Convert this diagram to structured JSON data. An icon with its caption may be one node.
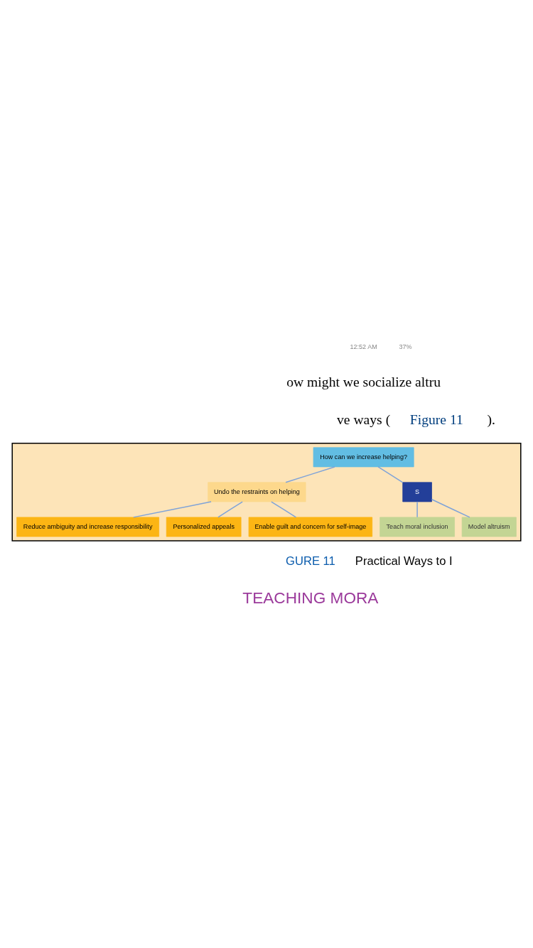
{
  "diagram": {
    "nodes": [
      {
        "text": [],
        "shape": "box"
      },
      {
        "text": [
          "How can we increase helping?"
        ],
        "in": 0
      },
      {
        "text": [
          "Undo the restraints on helping"
        ],
        "in": 0
      },
      {
        "text": [
          "S"
        ],
        "in": 0
      },
      {
        "text": [
          "Reduce ambiguity and increase responsibility"
        ],
        "in": 0
      },
      {
        "text": [
          "Personalized appeals"
        ],
        "in": 0
      },
      {
        "text": [
          "Enable guilt and concern for self-image"
        ],
        "in": 0
      },
      {
        "text": [
          "Teach moral inclusion"
        ],
        "in": 0
      },
      {
        "text": [
          "Model altruism"
        ],
        "in": 0
      }
    ],
    "edges": [
      {
        "from": 1,
        "to": 2,
        "arrow": "none"
      },
      {
        "from": 1,
        "to": 3,
        "arrow": "none"
      },
      {
        "from": 2,
        "to": 4,
        "arrow": "none"
      },
      {
        "from": 2,
        "to": 5,
        "arrow": "none"
      },
      {
        "from": 2,
        "to": 6,
        "arrow": "none"
      },
      {
        "from": 3,
        "to": 7,
        "arrow": "none"
      },
      {
        "from": 3,
        "to": 8,
        "arrow": "none"
      }
    ],
    "labels": [
      "12:52 AM",
      "37%",
      "ow might we socialize altru",
      "ve ways (",
      "Figure 11",
      ").",
      "GURE 11",
      "Practical Ways to I",
      "TEACHING MORA"
    ]
  }
}
